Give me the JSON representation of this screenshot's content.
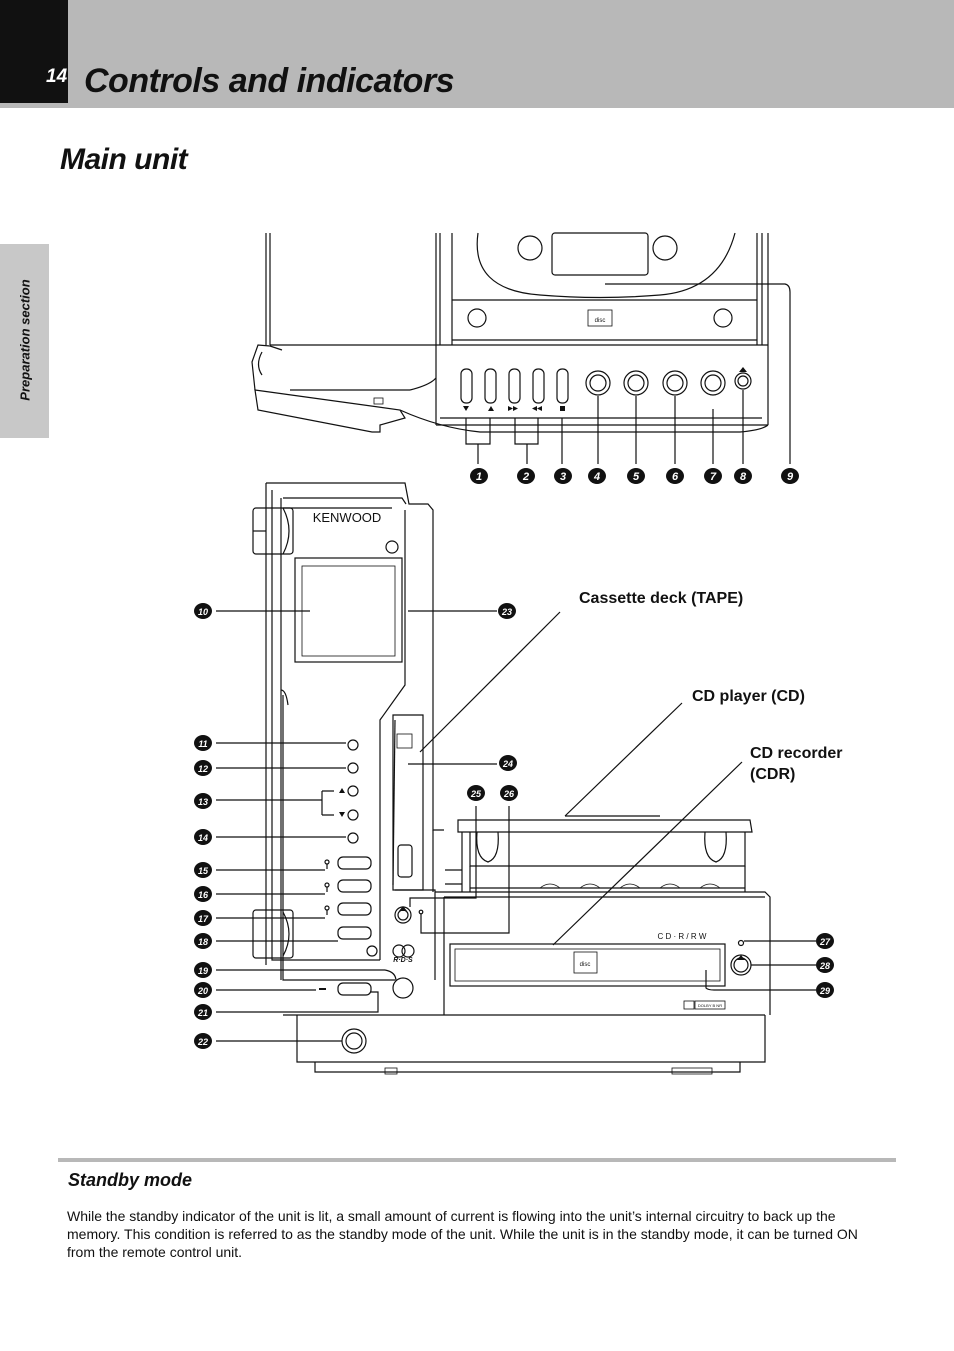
{
  "header": {
    "page_number": "14",
    "title": "Controls and indicators"
  },
  "section": {
    "title": "Main unit",
    "side_tab": "Preparation section"
  },
  "diagram": {
    "brand": "KENWOOD",
    "callouts": {
      "tape": "Cassette deck (TAPE)",
      "cd": "CD player (CD)",
      "cdr": "CD recorder (CDR)"
    },
    "control_numbers": [
      "1",
      "2",
      "3",
      "4",
      "5",
      "6",
      "7",
      "8",
      "9",
      "10",
      "11",
      "12",
      "13",
      "14",
      "15",
      "16",
      "17",
      "18",
      "19",
      "20",
      "21",
      "22",
      "23",
      "24",
      "25",
      "26",
      "27",
      "28",
      "29"
    ],
    "printed_labels": {
      "cdrw": "C D · R / R W",
      "rds": "R·D·S",
      "dolby": "DOLBY B NR"
    }
  },
  "standby": {
    "heading": "Standby mode",
    "body": "While the standby indicator of the unit is lit, a small amount of current is flowing into the unit’s internal circuitry to back up the memory. This condition is referred to as the standby mode of the unit. While the unit is in the standby mode, it can be turned ON from the remote control unit."
  }
}
